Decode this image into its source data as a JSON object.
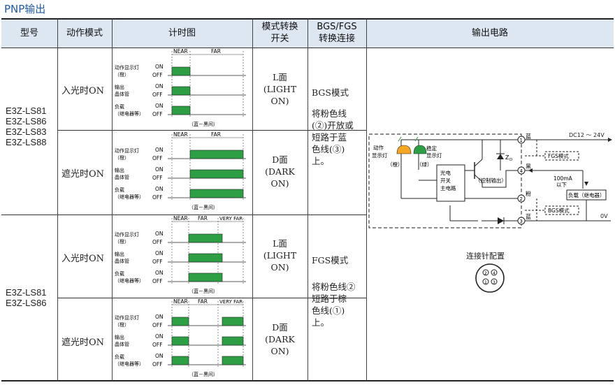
{
  "title": "PNP输出",
  "headers": {
    "model": "型号",
    "action_mode": "动作模式",
    "timing": "计时图",
    "switch_line1": "模式转换",
    "switch_line2": "开关",
    "bgs_line1": "BGS/FGS",
    "bgs_line2": "转换连接",
    "output": "输出电路"
  },
  "group1": {
    "models": [
      "E3Z-LS81",
      "E3Z-LS86",
      "E3Z-LS83",
      "E3Z-LS88"
    ],
    "mode_light": "入光时ON",
    "mode_dark": "遮光时ON",
    "switch_light": [
      "L面",
      "(LIGHT",
      "ON)"
    ],
    "switch_dark": [
      "D面",
      "(DARK",
      "ON)"
    ],
    "bgs_title": "BGS模式",
    "bgs_desc": [
      "将粉色线",
      "(②)开放或",
      "短路于蓝",
      "色线(③)",
      "上。"
    ]
  },
  "group2": {
    "models": [
      "E3Z-LS81",
      "E3Z-LS86"
    ],
    "mode_light": "入光时ON",
    "mode_dark": "遮光时ON",
    "switch_light": [
      "L面",
      "(LIGHT",
      "ON)"
    ],
    "switch_dark": [
      "D面",
      "(DARK",
      "ON)"
    ],
    "fgs_title": "FGS模式",
    "fgs_desc": [
      "将粉色线②",
      "短路于棕",
      "色线(①)",
      "上。"
    ]
  },
  "timing_labels": {
    "indicator": [
      "动作显示灯",
      "（橙）"
    ],
    "transistor": [
      "输出",
      "晶体管"
    ],
    "load": [
      "负载",
      "（继电器等）"
    ],
    "on": "ON",
    "off": "OFF",
    "near": "NEAR",
    "far": "FAR",
    "very_far": "VERY FAR",
    "blue_black": "（蓝－黑间）"
  },
  "circuit": {
    "supply": "DC12 ～ 24V",
    "zero": "0V",
    "brown": "蓝",
    "black": "黑",
    "pink": "粉",
    "blue": "蓝",
    "pin1": "1",
    "pin2": "2",
    "pin3": "3",
    "pin4": "4",
    "action_led": [
      "动作",
      "显示灯",
      "（橙）"
    ],
    "stable_led": [
      "稳定",
      "显示灯",
      "（绿）"
    ],
    "main_circuit": [
      "光电",
      "开关",
      "主电路"
    ],
    "control_output": "（控制输出）",
    "zd": "Z",
    "zd_sub": "D",
    "fgs_mode": "FGS模式",
    "bgs_mode": "BGS模式",
    "current": [
      "100mA",
      "以下"
    ],
    "load": "负载（继电器）",
    "connector_title": "连接针配置",
    "connector_pins": [
      "2",
      "4",
      "1",
      "3"
    ]
  },
  "colors": {
    "header_bg": "#dde7f2",
    "title": "#1f5aa6",
    "led_orange": "#f5a623",
    "led_green": "#2e9e44"
  }
}
